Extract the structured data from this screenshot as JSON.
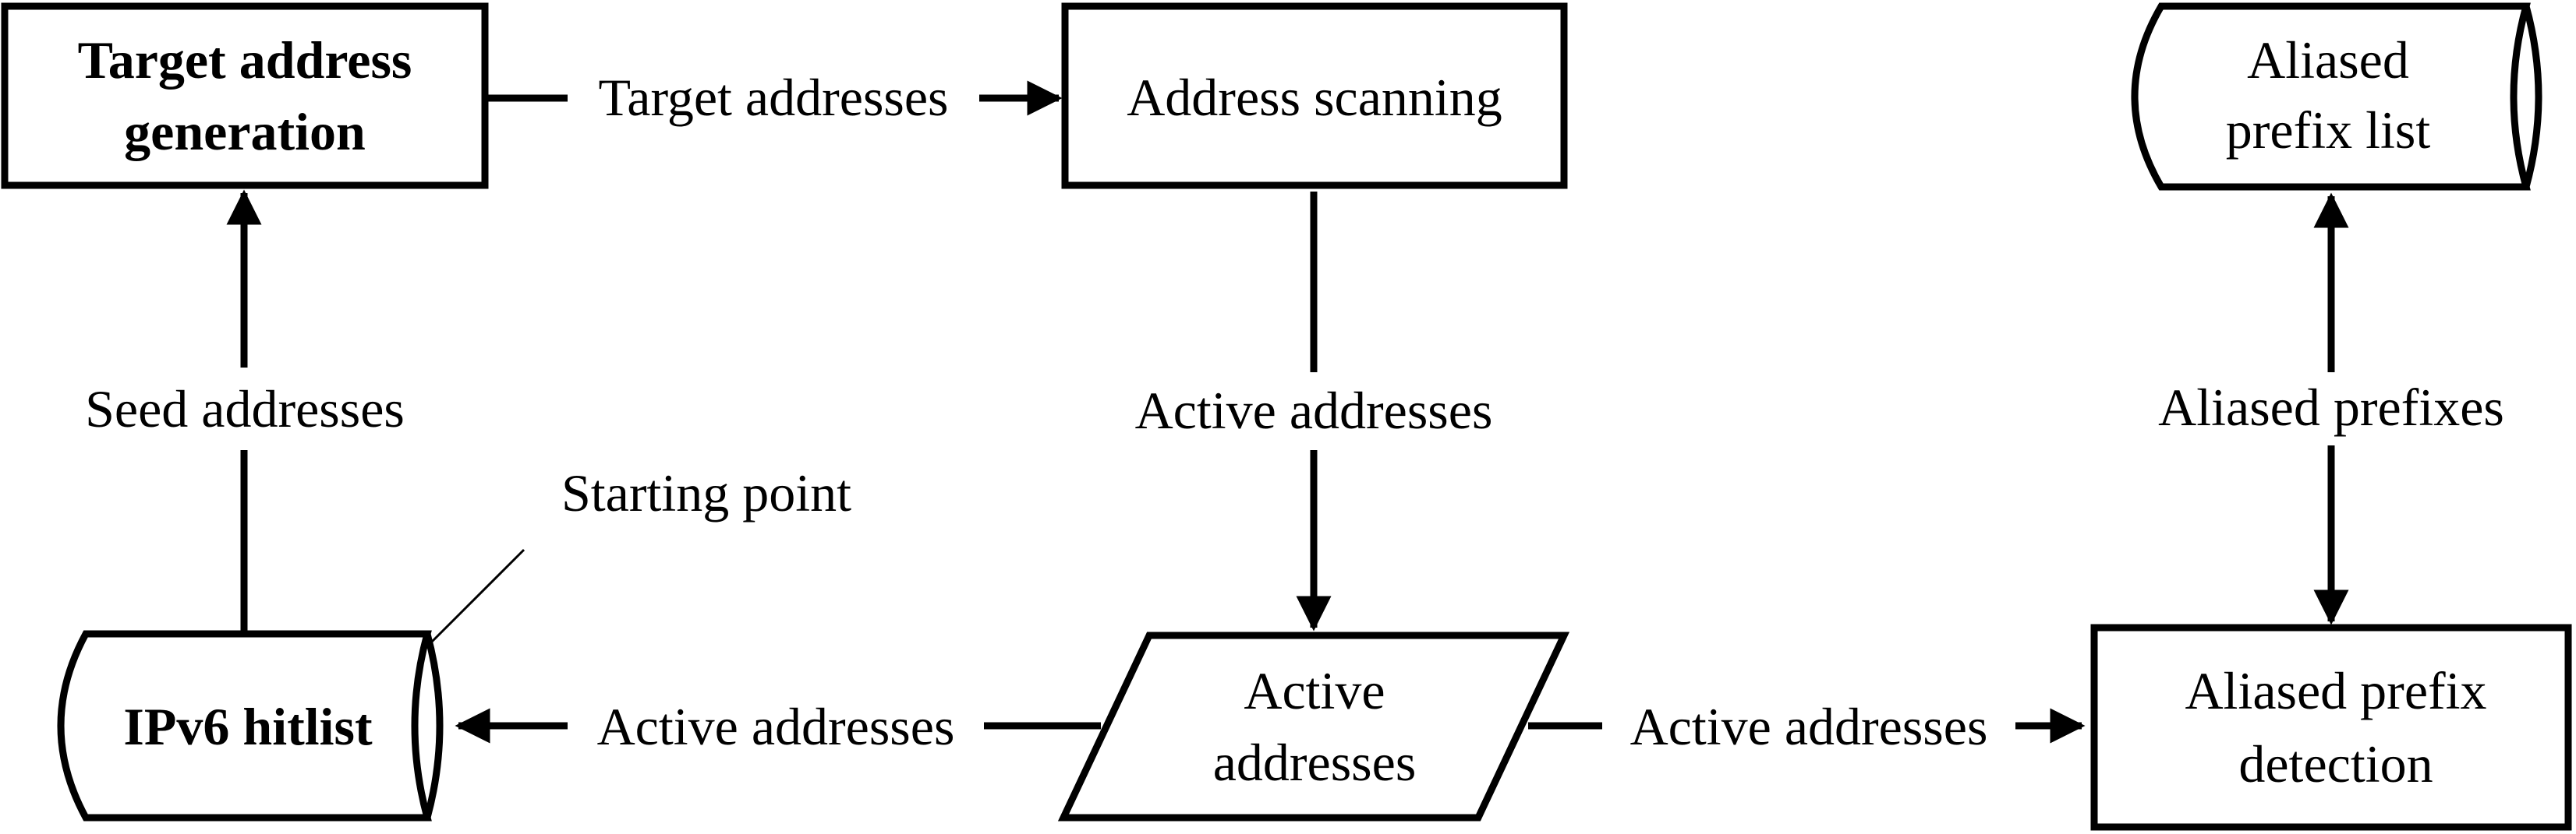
{
  "nodes": {
    "target_generation": [
      "Target address",
      "generation"
    ],
    "address_scanning": "Address scanning",
    "aliased_prefix_list": [
      "Aliased",
      "prefix list"
    ],
    "ipv6_hitlist": "IPv6 hitlist",
    "active_addresses": [
      "Active",
      "addresses"
    ],
    "aliased_prefix_detection": [
      "Aliased prefix",
      "detection"
    ]
  },
  "edges": {
    "target_addresses": "Target addresses",
    "seed_addresses": "Seed addresses",
    "active_from_scanning": "Active addresses",
    "aliased_prefixes": "Aliased prefixes",
    "active_to_hitlist": "Active addresses",
    "active_to_detection": "Active addresses"
  },
  "annotation": "Starting point"
}
